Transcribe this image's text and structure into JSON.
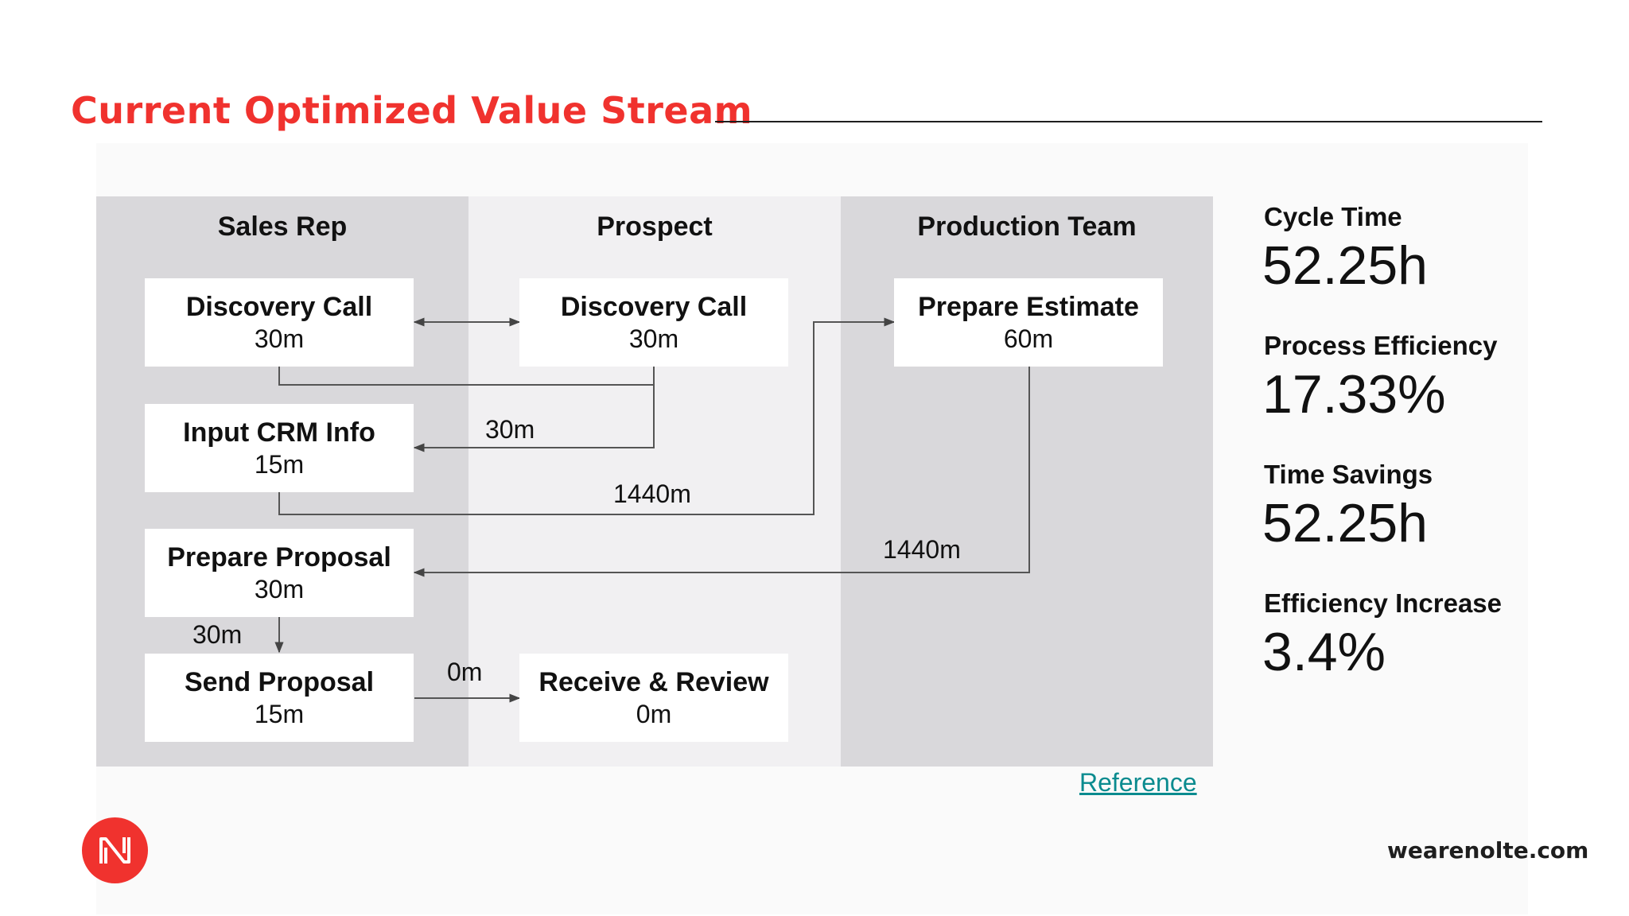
{
  "title": "Current Optimized Value Stream",
  "accent_color": "#f0322e",
  "lanes": [
    {
      "name": "Sales Rep",
      "shade": "dark"
    },
    {
      "name": "Prospect",
      "shade": "light"
    },
    {
      "name": "Production Team",
      "shade": "dark"
    }
  ],
  "steps": [
    {
      "lane": "Sales Rep",
      "title": "Discovery Call",
      "duration": "30m"
    },
    {
      "lane": "Prospect",
      "title": "Discovery Call",
      "duration": "30m"
    },
    {
      "lane": "Production Team",
      "title": "Prepare Estimate",
      "duration": "60m"
    },
    {
      "lane": "Sales Rep",
      "title": "Input CRM Info",
      "duration": "15m"
    },
    {
      "lane": "Sales Rep",
      "title": "Prepare Proposal",
      "duration": "30m"
    },
    {
      "lane": "Sales Rep",
      "title": "Send Proposal",
      "duration": "15m"
    },
    {
      "lane": "Prospect",
      "title": "Receive & Review",
      "duration": "0m"
    }
  ],
  "transitions": [
    {
      "from": "Discovery Call (Sales Rep)",
      "to": "Discovery Call (Prospect)",
      "label": ""
    },
    {
      "from": "Discovery Call",
      "to": "Input CRM Info",
      "label": "30m"
    },
    {
      "from": "Input CRM Info",
      "to": "Prepare Estimate",
      "label": "1440m"
    },
    {
      "from": "Prepare Estimate",
      "to": "Prepare Proposal",
      "label": "1440m"
    },
    {
      "from": "Prepare Proposal",
      "to": "Send Proposal",
      "label": "30m"
    },
    {
      "from": "Send Proposal",
      "to": "Receive & Review",
      "label": "0m"
    }
  ],
  "metrics": [
    {
      "label": "Cycle Time",
      "value": "52.25h"
    },
    {
      "label": "Process Efficiency",
      "value": "17.33%"
    },
    {
      "label": "Time Savings",
      "value": "52.25h"
    },
    {
      "label": "Efficiency Increase",
      "value": "3.4%"
    }
  ],
  "reference_link": "Reference",
  "logo_letter": "N",
  "website": "wearenolte.com"
}
